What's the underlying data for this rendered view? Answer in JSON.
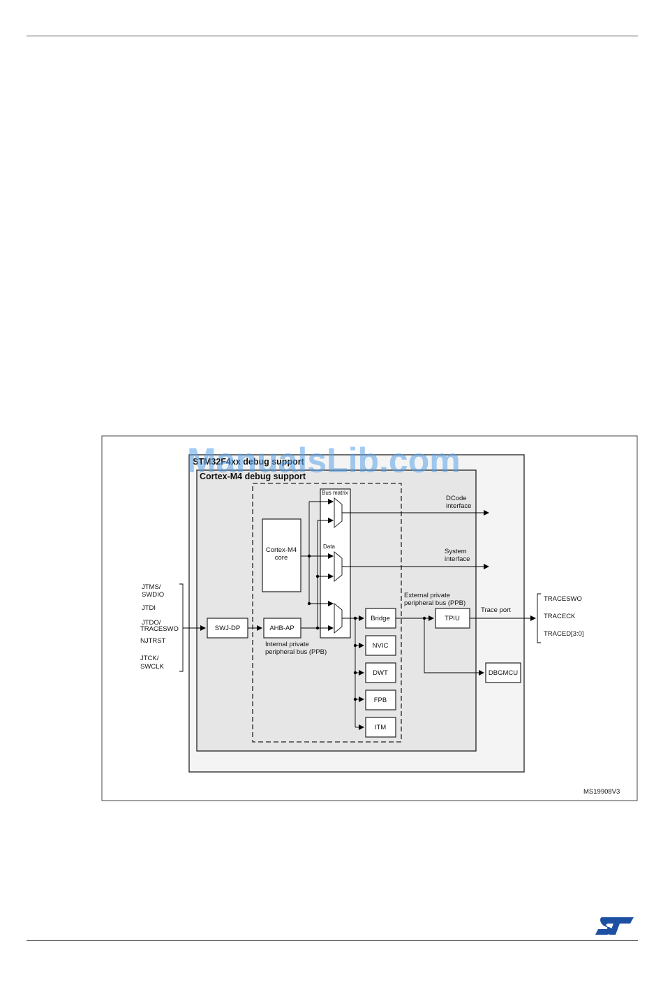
{
  "watermark": "ManualsLib.com",
  "diagram": {
    "outer_label": "STM32F4xx debug support",
    "inner_label": "Cortex-M4 debug support",
    "bus_matrix": "Bus matrix",
    "data": "Data",
    "core": [
      "Cortex-M4",
      "core"
    ],
    "dcode": [
      "DCode",
      "interface"
    ],
    "system": [
      "System",
      "interface"
    ],
    "ext_ppb": [
      "External private",
      "peripheral bus (PPB)"
    ],
    "int_ppb": [
      "Internal private",
      "peripheral bus (PPB)"
    ],
    "blocks": {
      "swjdp": "SWJ-DP",
      "ahbap": "AHB-AP",
      "bridge": "Bridge",
      "nvic": "NVIC",
      "dwt": "DWT",
      "fpb": "FPB",
      "itm": "ITM",
      "tpiu": "TPIU",
      "dbgmcu": "DBGMCU"
    },
    "trace_port": "Trace port",
    "left_signals": {
      "jtms": [
        "JTMS/",
        "SWDIO"
      ],
      "jtdi": "JTDI",
      "jtdo": [
        "JTDO/",
        "TRACESWO"
      ],
      "njtrst": "NJTRST",
      "jtck": [
        "JTCK/",
        "SWCLK"
      ]
    },
    "right_signals": [
      "TRACESWO",
      "TRACECK",
      "TRACED[3:0]"
    ],
    "figure_id": "MS19908V3"
  },
  "colors": {
    "logo_blue": "#1e50a2",
    "outer_fill": "#f3f4f3",
    "inner_fill": "#e6e6e6",
    "watermark": "#5aa0e8"
  }
}
